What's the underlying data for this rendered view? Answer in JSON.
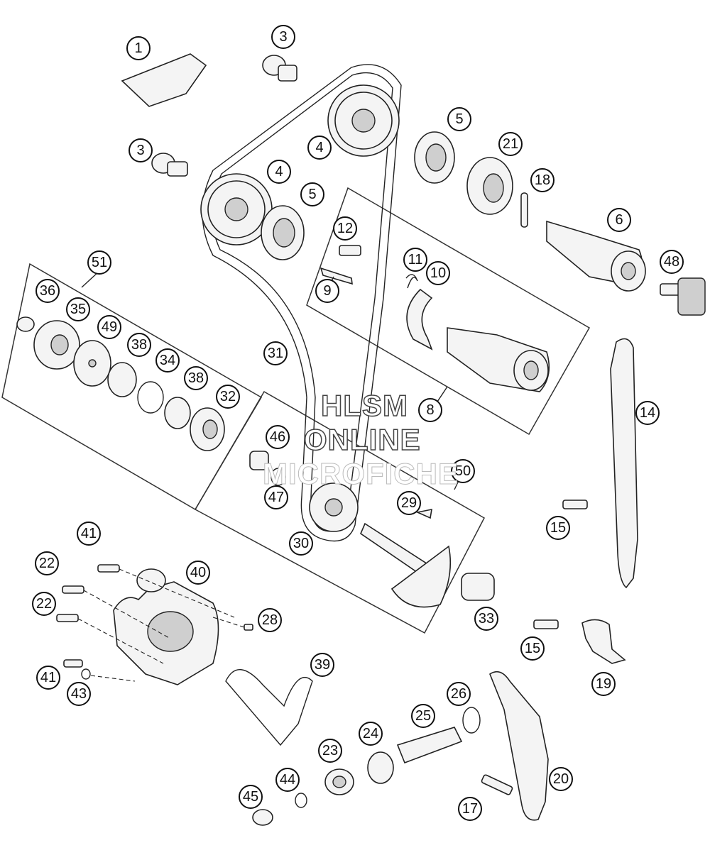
{
  "watermark": {
    "line1": "HLSM",
    "line2": "ONLINE",
    "line3": "MICROFICHE"
  },
  "callouts": [
    {
      "id": "c1",
      "label": "1"
    },
    {
      "id": "c3a",
      "label": "3"
    },
    {
      "id": "c3b",
      "label": "3"
    },
    {
      "id": "c4a",
      "label": "4"
    },
    {
      "id": "c4b",
      "label": "4"
    },
    {
      "id": "c5a",
      "label": "5"
    },
    {
      "id": "c5b",
      "label": "5"
    },
    {
      "id": "c6",
      "label": "6"
    },
    {
      "id": "c8",
      "label": "8"
    },
    {
      "id": "c9",
      "label": "9"
    },
    {
      "id": "c10",
      "label": "10"
    },
    {
      "id": "c11",
      "label": "11"
    },
    {
      "id": "c12",
      "label": "12"
    },
    {
      "id": "c14",
      "label": "14"
    },
    {
      "id": "c15a",
      "label": "15"
    },
    {
      "id": "c15b",
      "label": "15"
    },
    {
      "id": "c17",
      "label": "17"
    },
    {
      "id": "c18",
      "label": "18"
    },
    {
      "id": "c19",
      "label": "19"
    },
    {
      "id": "c20",
      "label": "20"
    },
    {
      "id": "c21",
      "label": "21"
    },
    {
      "id": "c22a",
      "label": "22"
    },
    {
      "id": "c22b",
      "label": "22"
    },
    {
      "id": "c23",
      "label": "23"
    },
    {
      "id": "c24",
      "label": "24"
    },
    {
      "id": "c25",
      "label": "25"
    },
    {
      "id": "c26",
      "label": "26"
    },
    {
      "id": "c28",
      "label": "28"
    },
    {
      "id": "c29",
      "label": "29"
    },
    {
      "id": "c30",
      "label": "30"
    },
    {
      "id": "c31",
      "label": "31"
    },
    {
      "id": "c32",
      "label": "32"
    },
    {
      "id": "c33",
      "label": "33"
    },
    {
      "id": "c34",
      "label": "34"
    },
    {
      "id": "c35",
      "label": "35"
    },
    {
      "id": "c36",
      "label": "36"
    },
    {
      "id": "c38a",
      "label": "38"
    },
    {
      "id": "c38b",
      "label": "38"
    },
    {
      "id": "c39",
      "label": "39"
    },
    {
      "id": "c40",
      "label": "40"
    },
    {
      "id": "c41a",
      "label": "41"
    },
    {
      "id": "c41b",
      "label": "41"
    },
    {
      "id": "c43",
      "label": "43"
    },
    {
      "id": "c44",
      "label": "44"
    },
    {
      "id": "c45",
      "label": "45"
    },
    {
      "id": "c46",
      "label": "46"
    },
    {
      "id": "c47",
      "label": "47"
    },
    {
      "id": "c48",
      "label": "48"
    },
    {
      "id": "c49",
      "label": "49"
    },
    {
      "id": "c50",
      "label": "50"
    },
    {
      "id": "c51",
      "label": "51"
    }
  ]
}
